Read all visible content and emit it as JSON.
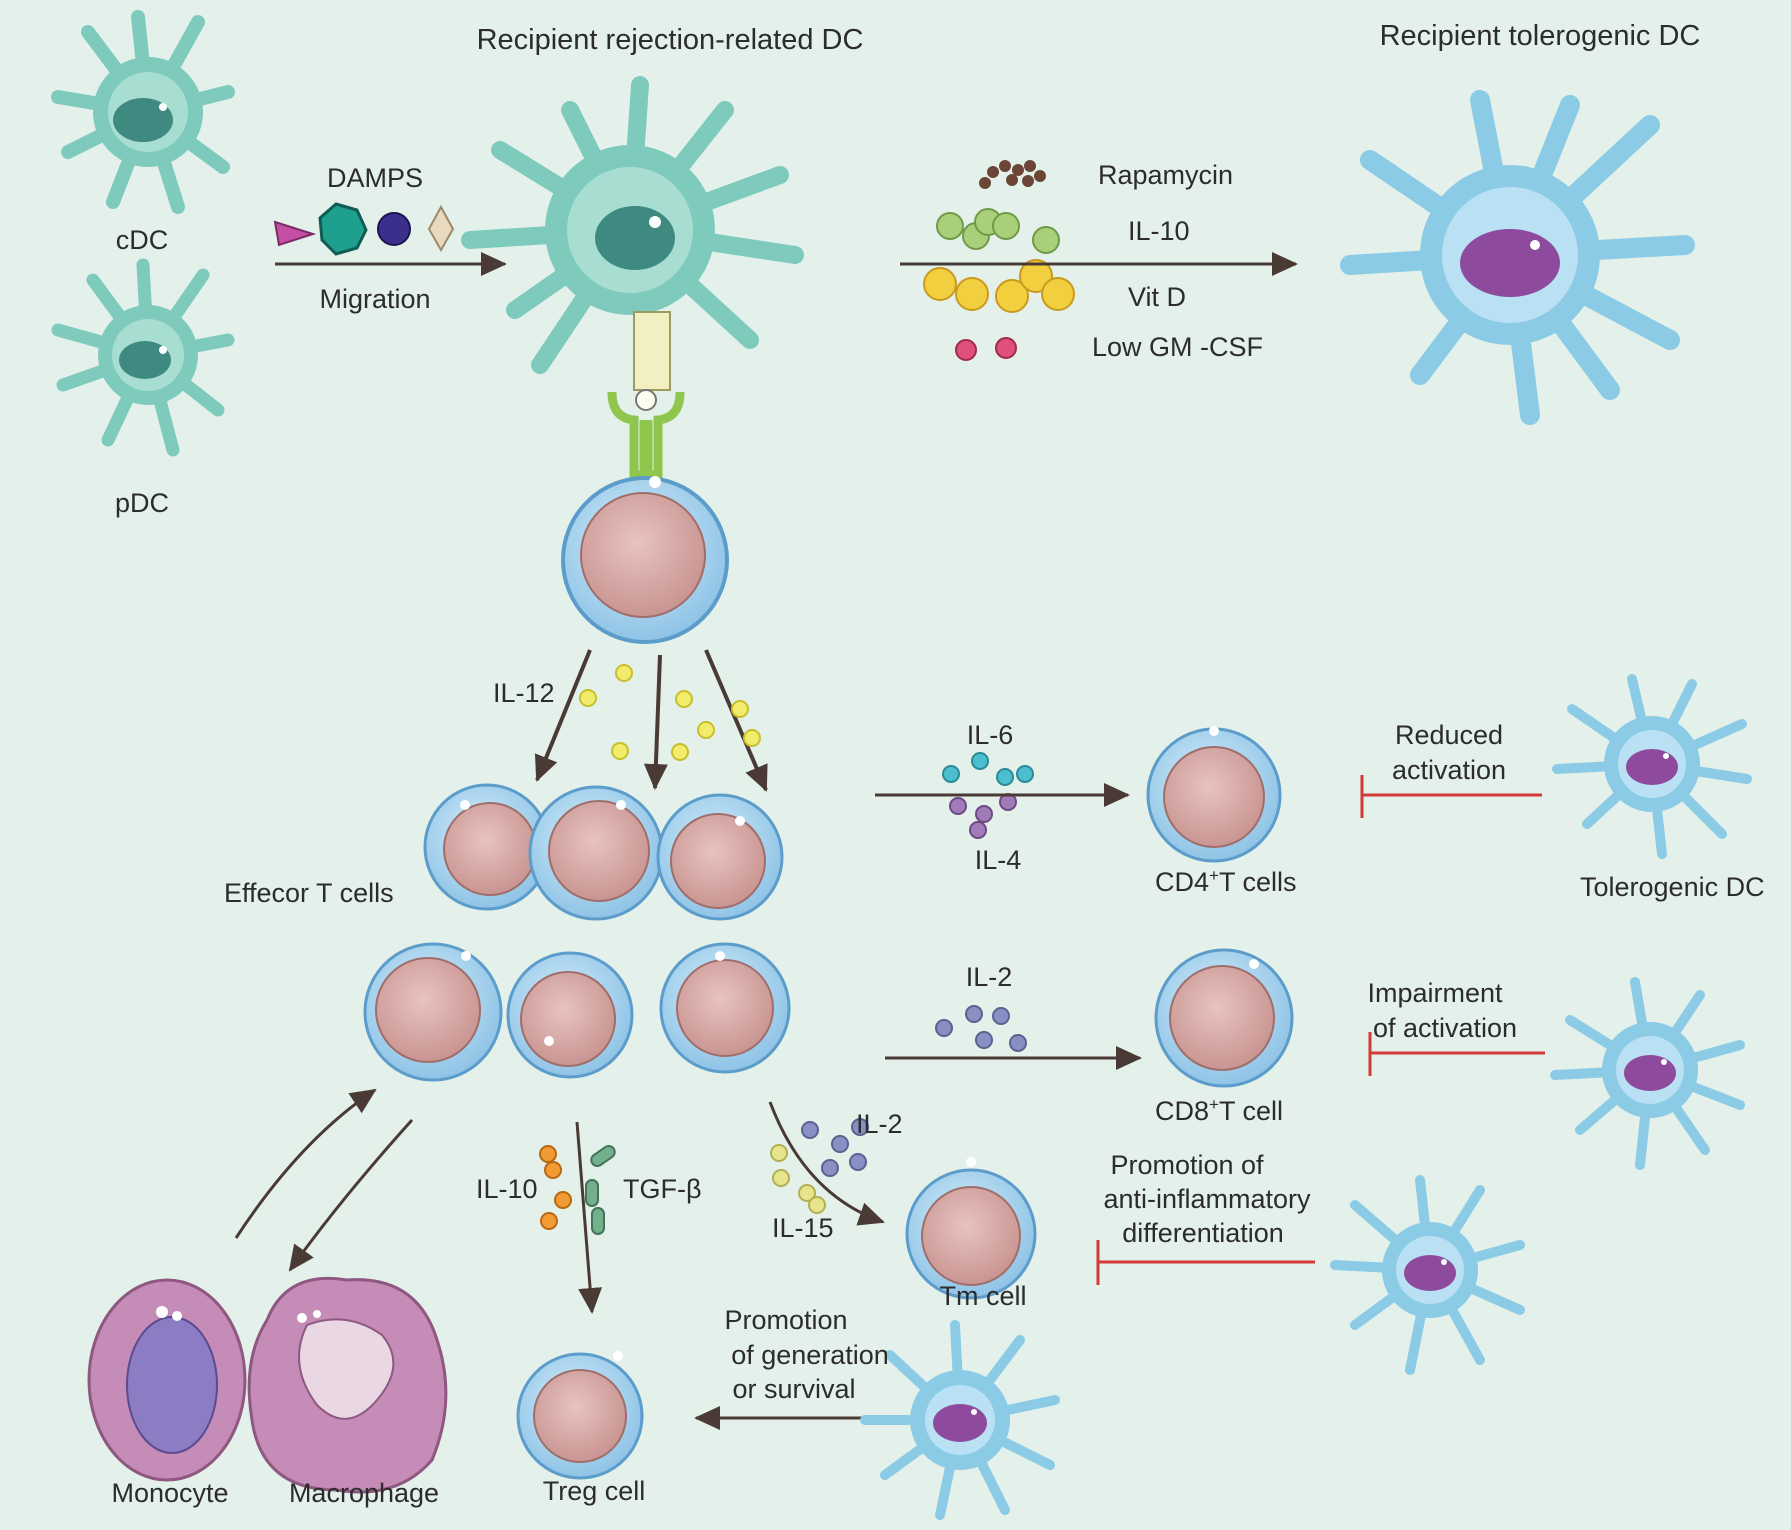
{
  "colors": {
    "background": "#e3f1ea",
    "rejection_dc": "#7ecbbd",
    "tolerogenic_dc": "#8ccbe6",
    "t_cell_cytoplasm": "#dcb0ad",
    "t_cell_membrane": "#a9d3ef",
    "arrow": "#4a3a35",
    "inhibition": "#d43a3a",
    "rapamycin": "#6b4636",
    "il10_particle": "#a9cf7a",
    "vitd_particle": "#f2cf3e",
    "gmcsf_particle": "#e0507a",
    "il12_particle": "#f1ec6b",
    "il6_particle": "#4bbfcf",
    "il4_particle": "#a07ab9",
    "il2_particle": "#8890c3",
    "il15_particle": "#e6e58c",
    "treg_il10_particle": "#f29a33",
    "tgfb_particle": "#74b08b"
  },
  "labels": {
    "cdc": "cDC",
    "pdc": "pDC",
    "damps": "DAMPS",
    "migration": "Migration",
    "rejection_dc": "Recipient rejection-related DC",
    "tolerogenic_dc_title": "Recipient tolerogenic DC",
    "rapamycin": "Rapamycin",
    "il10_top": "IL-10",
    "vitd": "Vit D",
    "low_gmcsf": "Low GM -CSF",
    "il12": "IL-12",
    "effector_t": "Effecor T cells",
    "il6": "IL-6",
    "il4": "IL-4",
    "cd4_prefix": "CD4",
    "cd4_suffix": "T  cells",
    "reduced_1": "Reduced",
    "reduced_2": "activation",
    "tolerogenic_dc_label": "Tolerogenic DC",
    "il2_cd8": "IL-2",
    "cd8_prefix": "CD8",
    "cd8_suffix": "T  cell",
    "impair_1": "Impairment",
    "impair_2": "of activation",
    "il2_tm": "IL-2",
    "il15": "IL-15",
    "il10_treg": "IL-10",
    "tgfb": "TGF-β",
    "tm_cell": "Tm  cell",
    "promo_anti_1": "Promotion of",
    "promo_anti_2": "anti-inflammatory",
    "promo_anti_3": "differentiation",
    "promo_gen_1": "Promotion",
    "promo_gen_2": "of generation",
    "promo_gen_3": "or survival",
    "treg_cell": "Treg cell",
    "monocyte": "Monocyte",
    "macrophage": "Macrophage",
    "plus": "+"
  }
}
